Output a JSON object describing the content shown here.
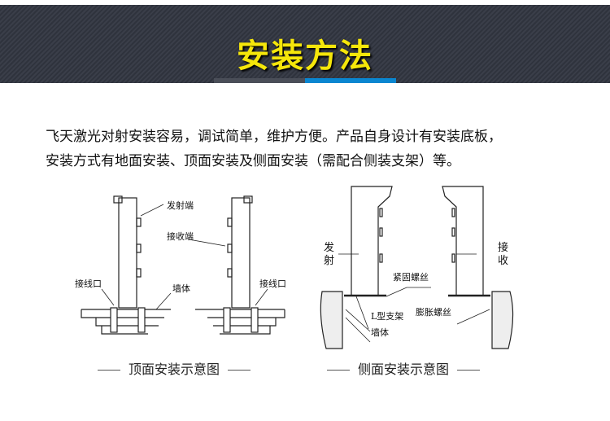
{
  "header": {
    "title": "安装方法"
  },
  "description": [
    "飞天激光对射安装容易，调试简单，维护方便。产品自身设计有安装底板，",
    "安装方式有地面安装、顶面安装及侧面安装（需配合侧装支架）等。"
  ],
  "diagram_top": {
    "labels": {
      "emitter": "发射端",
      "receiver": "接收端",
      "port_left": "接线口",
      "port_right": "接线口",
      "wall": "墙体"
    },
    "caption": "顶面安装示意图"
  },
  "diagram_side": {
    "labels": {
      "emit": "发射",
      "recv": "接收",
      "screw": "紧固螺丝",
      "bracket": "L型支架",
      "wall": "墙体",
      "expansion": "膨胀螺丝"
    },
    "caption": "侧面安装示意图"
  }
}
